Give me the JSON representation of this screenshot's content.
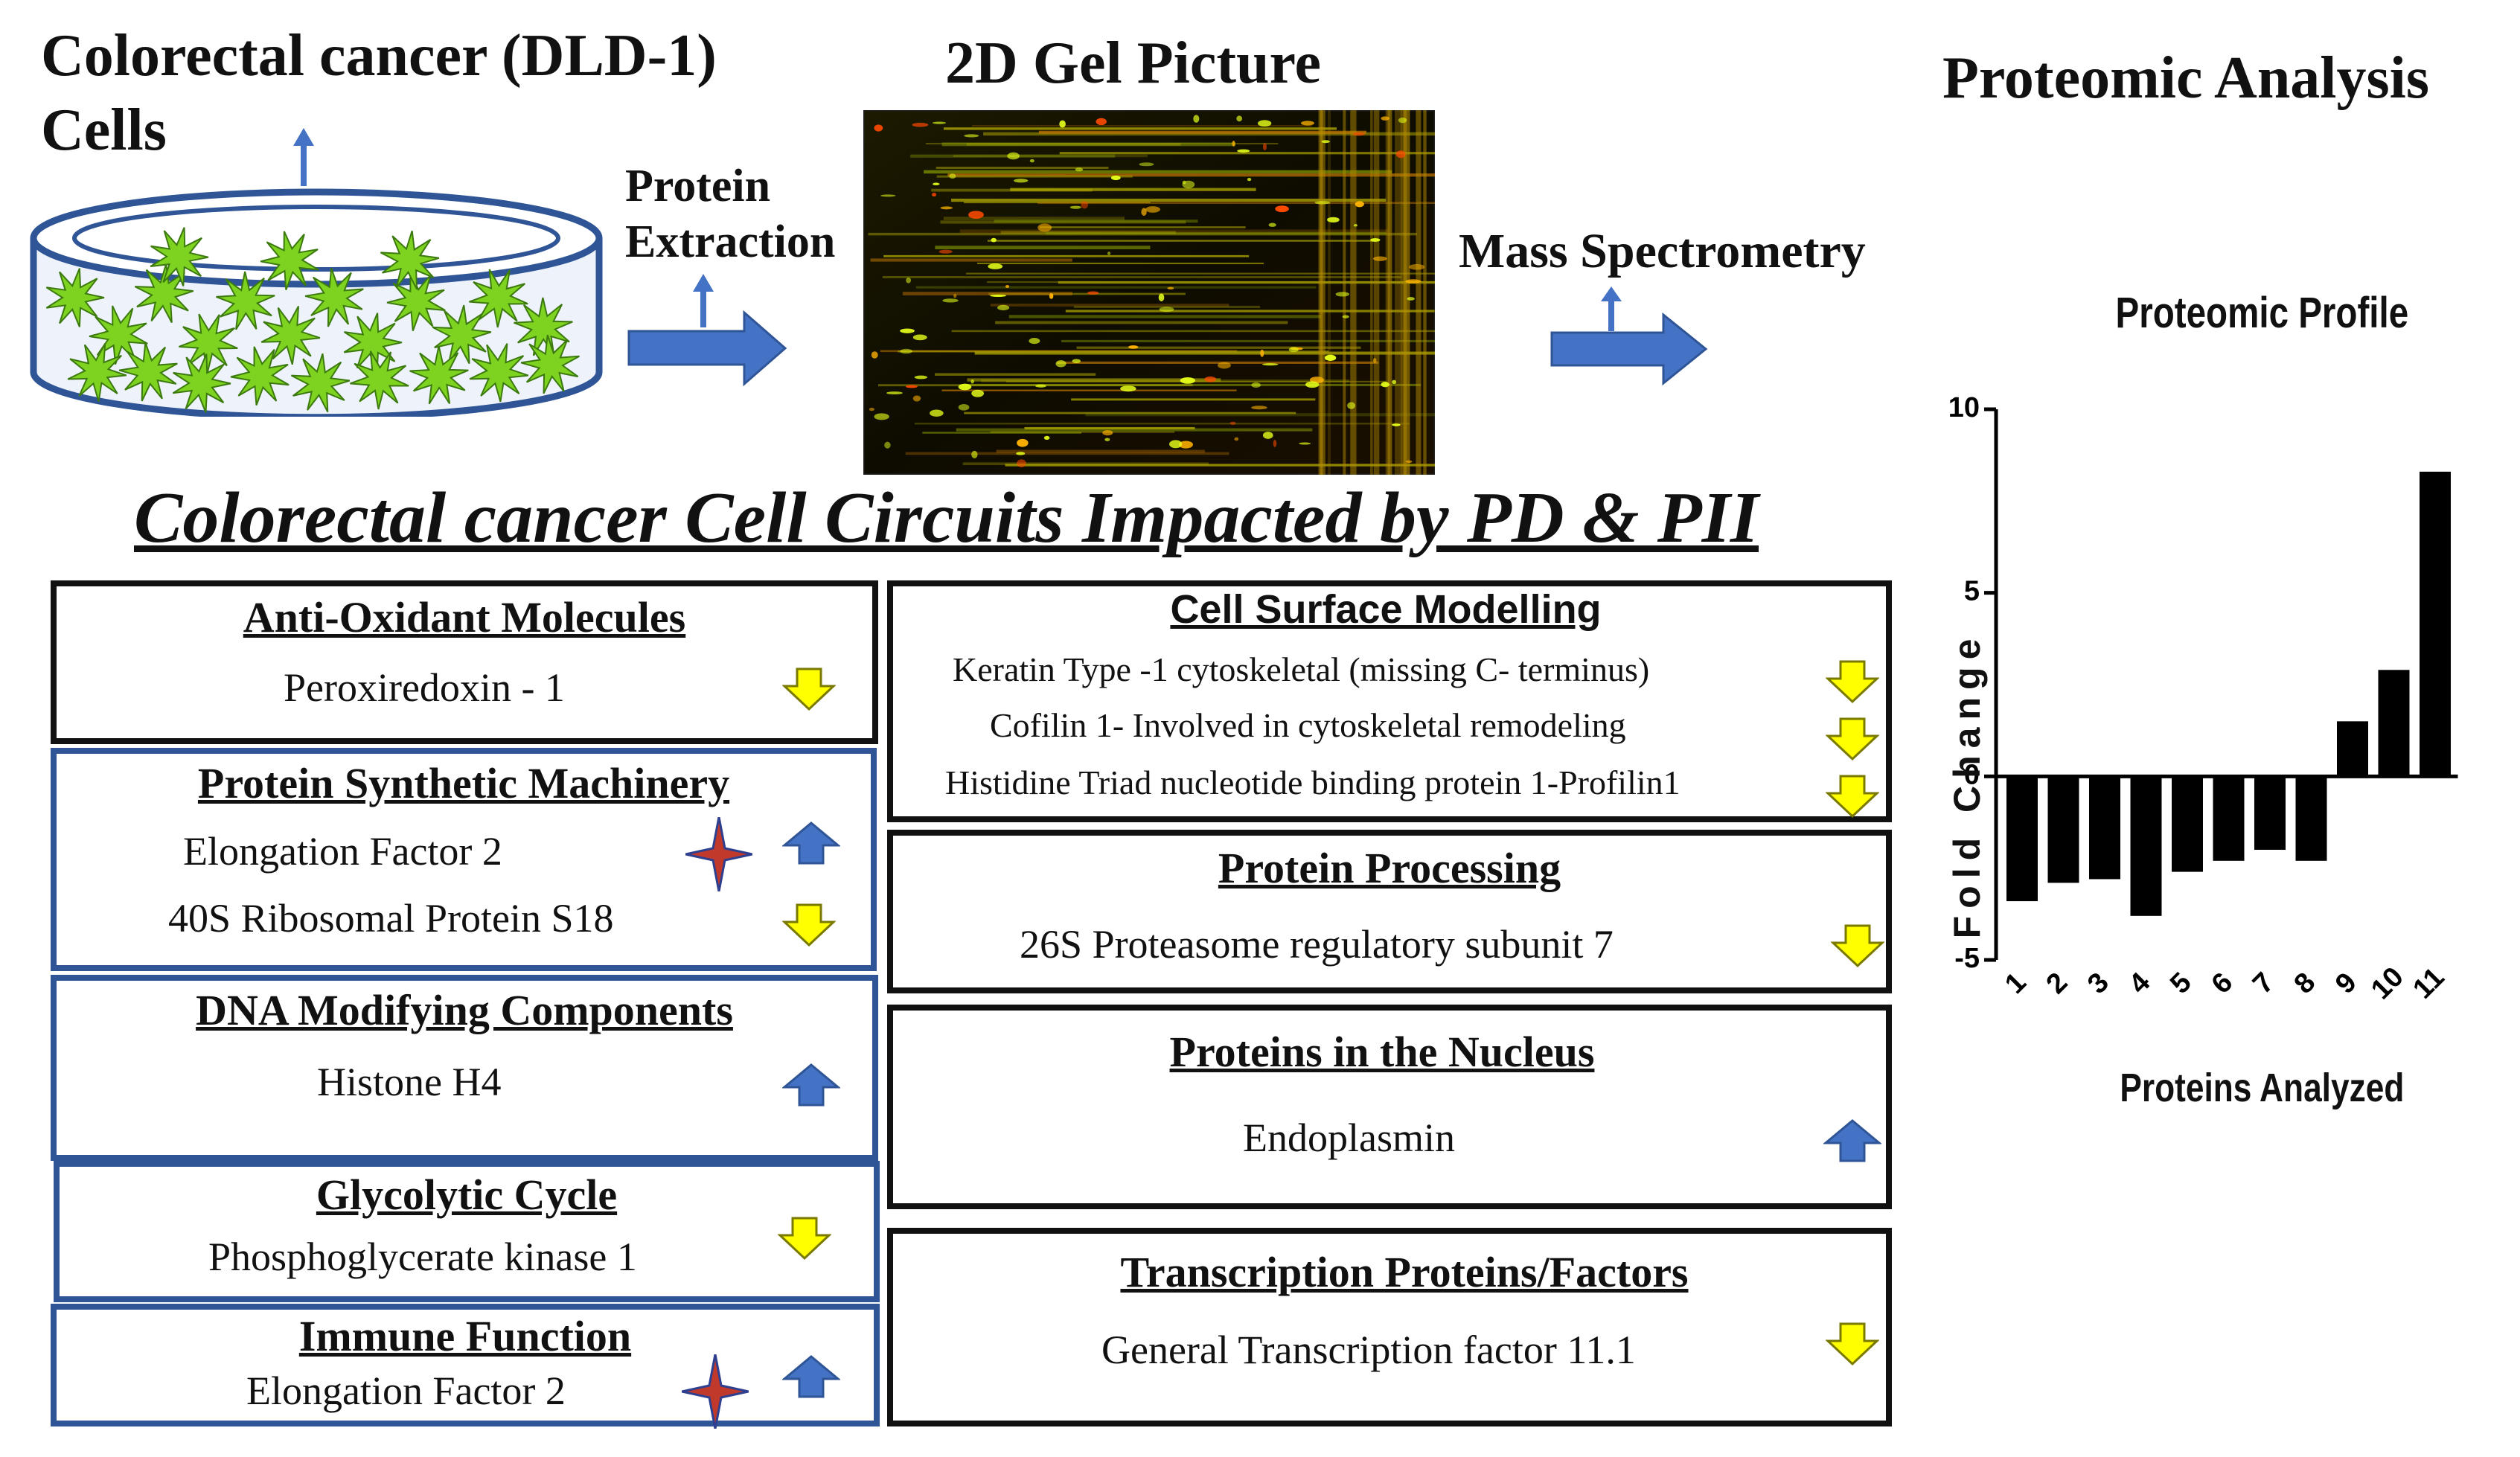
{
  "header": {
    "cells_title_line1": "Colorectal cancer (DLD-1)",
    "cells_title_line2": "Cells",
    "protein_extraction_line1": "Protein",
    "protein_extraction_line2": "Extraction",
    "gel_title": "2D Gel  Picture",
    "mass_spec": "Mass Spectrometry",
    "proteomic_analysis": "Proteomic Analysis"
  },
  "main_title": "Colorectal cancer Cell Circuits Impacted by PD & PII",
  "boxes": {
    "antioxidant": {
      "title": "Anti-Oxidant  Molecules",
      "items": [
        "Peroxiredoxin  - 1"
      ]
    },
    "protein_synth": {
      "title": "Protein Synthetic Machinery",
      "items": [
        "Elongation  Factor 2",
        "40S Ribosomal Protein S18"
      ]
    },
    "dna": {
      "title": "DNA Modifying Components",
      "items": [
        "Histone H4"
      ]
    },
    "glyco": {
      "title": "Glycolytic Cycle",
      "items": [
        "Phosphoglycerate  kinase  1"
      ]
    },
    "immune": {
      "title": "Immune Function",
      "items": [
        "Elongation  Factor 2"
      ]
    },
    "cell_surface": {
      "title": "Cell Surface Modelling",
      "items": [
        "Keratin Type -1 cytoskeletal  (missing C- terminus)",
        "Cofilin 1- Involved in cytoskeletal  remodeling",
        "Histidine  Triad nucleotide binding protein 1-Profilin1"
      ]
    },
    "processing": {
      "title": "Protein Processing",
      "items": [
        "26S Proteasome  regulatory  subunit  7"
      ]
    },
    "nucleus": {
      "title": "Proteins in the Nucleus",
      "items": [
        "Endoplasmin"
      ]
    },
    "transcription": {
      "title": "Transcription Proteins/Factors",
      "items": [
        "General Transcription  factor 11.1"
      ]
    }
  },
  "icons": {
    "up_arrow": "up-arrow-icon",
    "down_arrow": "down-arrow-icon",
    "star": "star-icon",
    "colors": {
      "up": "#4472c4",
      "down": "#ffff00",
      "star": "#c0392b",
      "cell": "#7ed321",
      "dish": "#2f5597"
    }
  },
  "chart_data": {
    "type": "bar",
    "title": "Proteomic Profile",
    "xlabel": "Proteins Analyzed",
    "ylabel": "Fold Change",
    "categories": [
      "1",
      "2",
      "3",
      "4",
      "5",
      "6",
      "7",
      "8",
      "9",
      "10",
      "11"
    ],
    "values": [
      -3.4,
      -2.9,
      -2.8,
      -3.8,
      -2.6,
      -2.3,
      -2.0,
      -2.3,
      1.5,
      2.9,
      8.3
    ],
    "ylim": [
      -5,
      10
    ],
    "yticks": [
      "-5",
      "0",
      "5",
      "10"
    ],
    "bar_color": "#000000",
    "grid": false
  }
}
